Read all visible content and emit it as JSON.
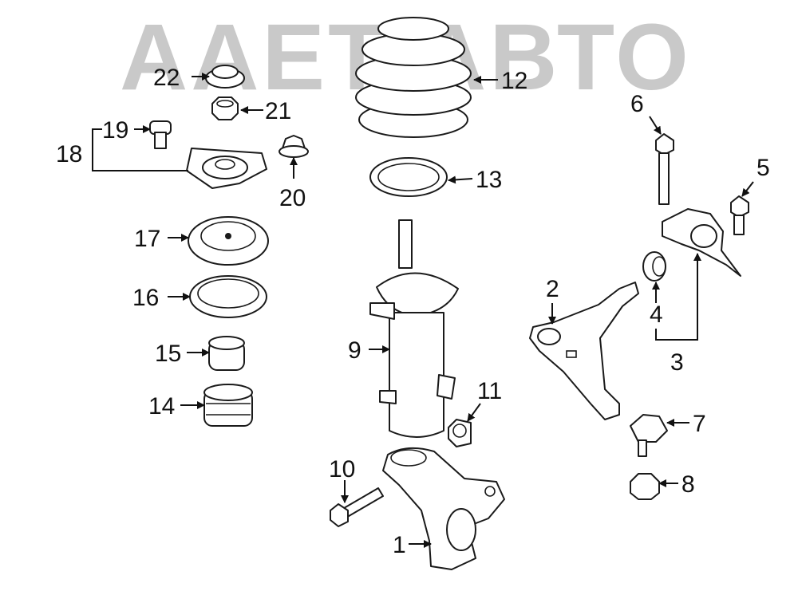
{
  "watermark": {
    "text": "AAET-АВТО",
    "color": "#c9c9c9"
  },
  "callouts": {
    "c1": "1",
    "c2": "2",
    "c3": "3",
    "c4": "4",
    "c5": "5",
    "c6": "6",
    "c7": "7",
    "c8": "8",
    "c9": "9",
    "c10": "10",
    "c11": "11",
    "c12": "12",
    "c13": "13",
    "c14": "14",
    "c15": "15",
    "c16": "16",
    "c17": "17",
    "c18": "18",
    "c19": "19",
    "c20": "20",
    "c21": "21",
    "c22": "22"
  },
  "colors": {
    "line": "#1a1a1a",
    "background": "#ffffff"
  }
}
